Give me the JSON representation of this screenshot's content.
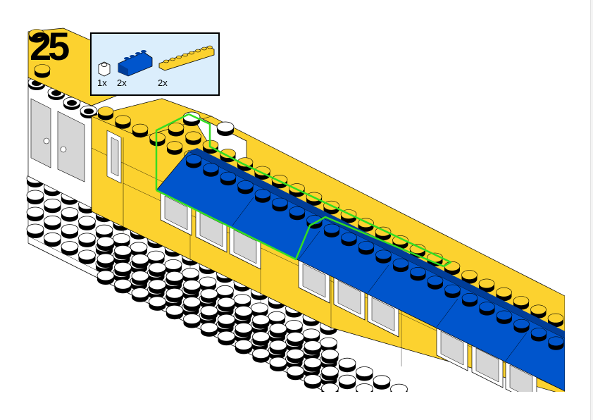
{
  "step": {
    "number": "25"
  },
  "parts_callout": {
    "background": "#dbeefc",
    "parts": [
      {
        "name": "white-brick-1x1",
        "color": "#ffffff",
        "quantity": "1x"
      },
      {
        "name": "blue-slope-2x4",
        "color": "#0055cc",
        "quantity": "2x"
      },
      {
        "name": "yellow-brick-1x8",
        "color": "#fcd22f",
        "quantity": "2x"
      }
    ]
  },
  "colors": {
    "yellow": "#fcd22f",
    "yellow_dark": "#d9ac14",
    "blue": "#0055cc",
    "blue_dark": "#003d99",
    "highlight": "#33dd22",
    "white": "#ffffff",
    "glass": "#d6d6d6"
  }
}
